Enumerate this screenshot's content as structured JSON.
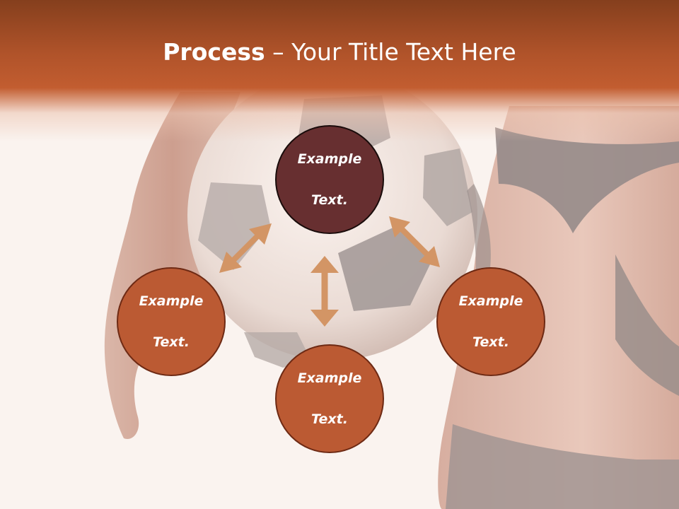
{
  "slide": {
    "title_bold": "Process",
    "title_rest": " – Your Title Text Here"
  },
  "nodes": [
    {
      "id": "top",
      "line1": "Example",
      "line2": "Text."
    },
    {
      "id": "left",
      "line1": "Example",
      "line2": "Text."
    },
    {
      "id": "right",
      "line1": "Example",
      "line2": "Text."
    },
    {
      "id": "bottom",
      "line1": "Example",
      "line2": "Text."
    }
  ],
  "colors": {
    "header": "#b0532a",
    "node_dark": "#672f30",
    "node_orange": "#bb5a33",
    "arrow": "#d39565",
    "title_text": "#ffffff"
  },
  "icons": [
    "double-arrow-icon"
  ]
}
